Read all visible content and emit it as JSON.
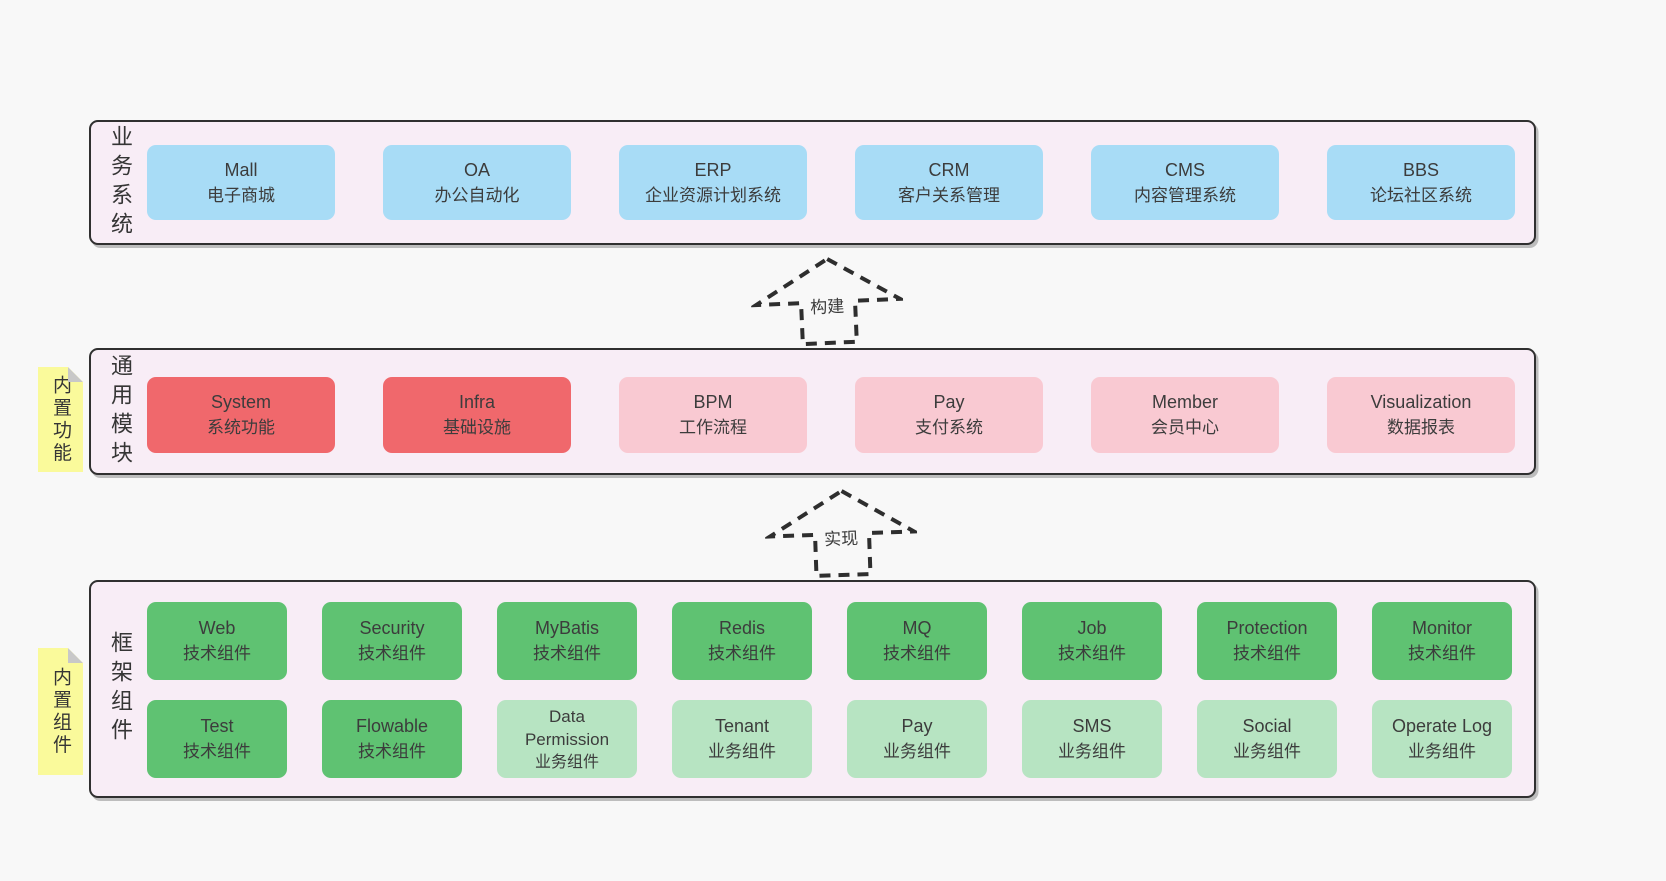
{
  "colors": {
    "panel-bg": "#F8EDF6",
    "border": "#303030",
    "blue": "#A8DCF6",
    "red": "#F0686C",
    "pink": "#F9C9D2",
    "green-dark": "#5FC272",
    "green-light": "#B7E4C2",
    "sticky": "#FAFA9B",
    "sticky-fold": "#C8C8C8"
  },
  "business": {
    "label": "业务系统",
    "boxes": [
      {
        "en": "Mall",
        "zh": "电子商城"
      },
      {
        "en": "OA",
        "zh": "办公自动化"
      },
      {
        "en": "ERP",
        "zh": "企业资源计划系统"
      },
      {
        "en": "CRM",
        "zh": "客户关系管理"
      },
      {
        "en": "CMS",
        "zh": "内容管理系统"
      },
      {
        "en": "BBS",
        "zh": "论坛社区系统"
      }
    ]
  },
  "arrows": {
    "build": "构建",
    "implement": "实现"
  },
  "modules": {
    "label": "通用模块",
    "sticky": "内置功能",
    "boxes": [
      {
        "en": "System",
        "zh": "系统功能"
      },
      {
        "en": "Infra",
        "zh": "基础设施"
      },
      {
        "en": "BPM",
        "zh": "工作流程"
      },
      {
        "en": "Pay",
        "zh": "支付系统"
      },
      {
        "en": "Member",
        "zh": "会员中心"
      },
      {
        "en": "Visualization",
        "zh": "数据报表"
      }
    ]
  },
  "framework": {
    "label": "框架组件",
    "sticky": "内置组件",
    "row1": [
      {
        "en": "Web",
        "zh": "技术组件"
      },
      {
        "en": "Security",
        "zh": "技术组件"
      },
      {
        "en": "MyBatis",
        "zh": "技术组件"
      },
      {
        "en": "Redis",
        "zh": "技术组件"
      },
      {
        "en": "MQ",
        "zh": "技术组件"
      },
      {
        "en": "Job",
        "zh": "技术组件"
      },
      {
        "en": "Protection",
        "zh": "技术组件"
      },
      {
        "en": "Monitor",
        "zh": "技术组件"
      }
    ],
    "row2": [
      {
        "en": "Test",
        "zh": "技术组件"
      },
      {
        "en": "Flowable",
        "zh": "技术组件"
      },
      {
        "en": "Data Permission",
        "zh": "业务组件"
      },
      {
        "en": "Tenant",
        "zh": "业务组件"
      },
      {
        "en": "Pay",
        "zh": "业务组件"
      },
      {
        "en": "SMS",
        "zh": "业务组件"
      },
      {
        "en": "Social",
        "zh": "业务组件"
      },
      {
        "en": "Operate Log",
        "zh": "业务组件"
      }
    ]
  }
}
